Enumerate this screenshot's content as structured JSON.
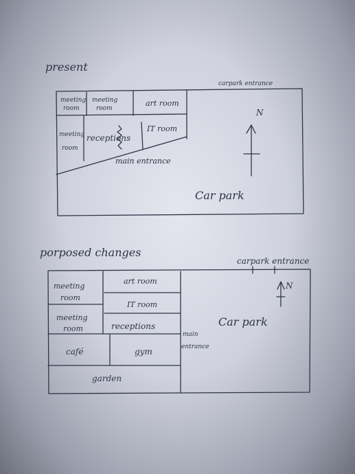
{
  "present": {
    "heading": "present",
    "carpark_entrance": "carpark entrance",
    "meeting_room_1": [
      "meeting",
      "room"
    ],
    "meeting_room_2": [
      "meeting",
      "room"
    ],
    "meeting_room_3": [
      "meeting",
      "room"
    ],
    "art_room": "art room",
    "receptions": "receptions",
    "it_room": "IT room",
    "main_entrance": "main entrance",
    "north": "N",
    "car_park": "Car park"
  },
  "proposed": {
    "heading": "porposed changes",
    "carpark_entrance": "carpark entrance",
    "meeting_room_1": [
      "meeting",
      "room"
    ],
    "meeting_room_2": [
      "meeting",
      "room"
    ],
    "art_room": "art room",
    "it_room": "IT room",
    "receptions": "receptions",
    "cafe": "café",
    "gym": "gym",
    "garden": "garden",
    "main_entrance": [
      "main",
      "entrance"
    ],
    "north": "N",
    "car_park": "Car park"
  }
}
